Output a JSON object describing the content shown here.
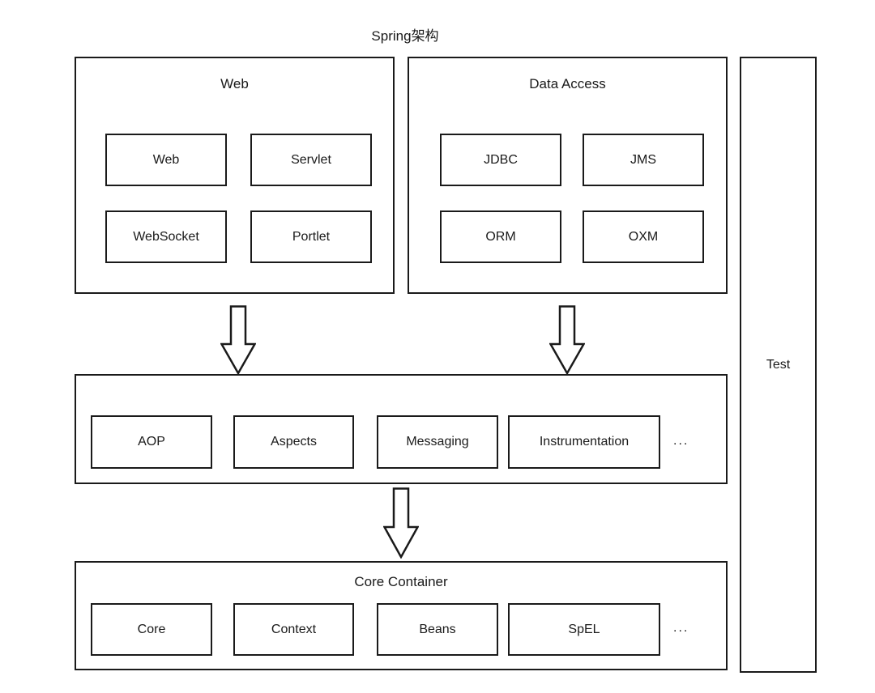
{
  "diagram_title": "Spring架构",
  "groups": {
    "web": {
      "title": "Web",
      "items": [
        "Web",
        "Servlet",
        "WebSocket",
        "Portlet"
      ]
    },
    "data_access": {
      "title": "Data Access",
      "items": [
        "JDBC",
        "JMS",
        "ORM",
        "OXM"
      ]
    },
    "middleware": {
      "items": [
        "AOP",
        "Aspects",
        "Messaging",
        "Instrumentation"
      ],
      "ellipsis": "..."
    },
    "core_container": {
      "title": "Core Container",
      "items": [
        "Core",
        "Context",
        "Beans",
        "SpEL"
      ],
      "ellipsis": "..."
    },
    "test": {
      "title": "Test"
    }
  },
  "colors": {
    "background": "#ffffff",
    "border": "#1a1a1a",
    "text": "#1a1a1a"
  }
}
